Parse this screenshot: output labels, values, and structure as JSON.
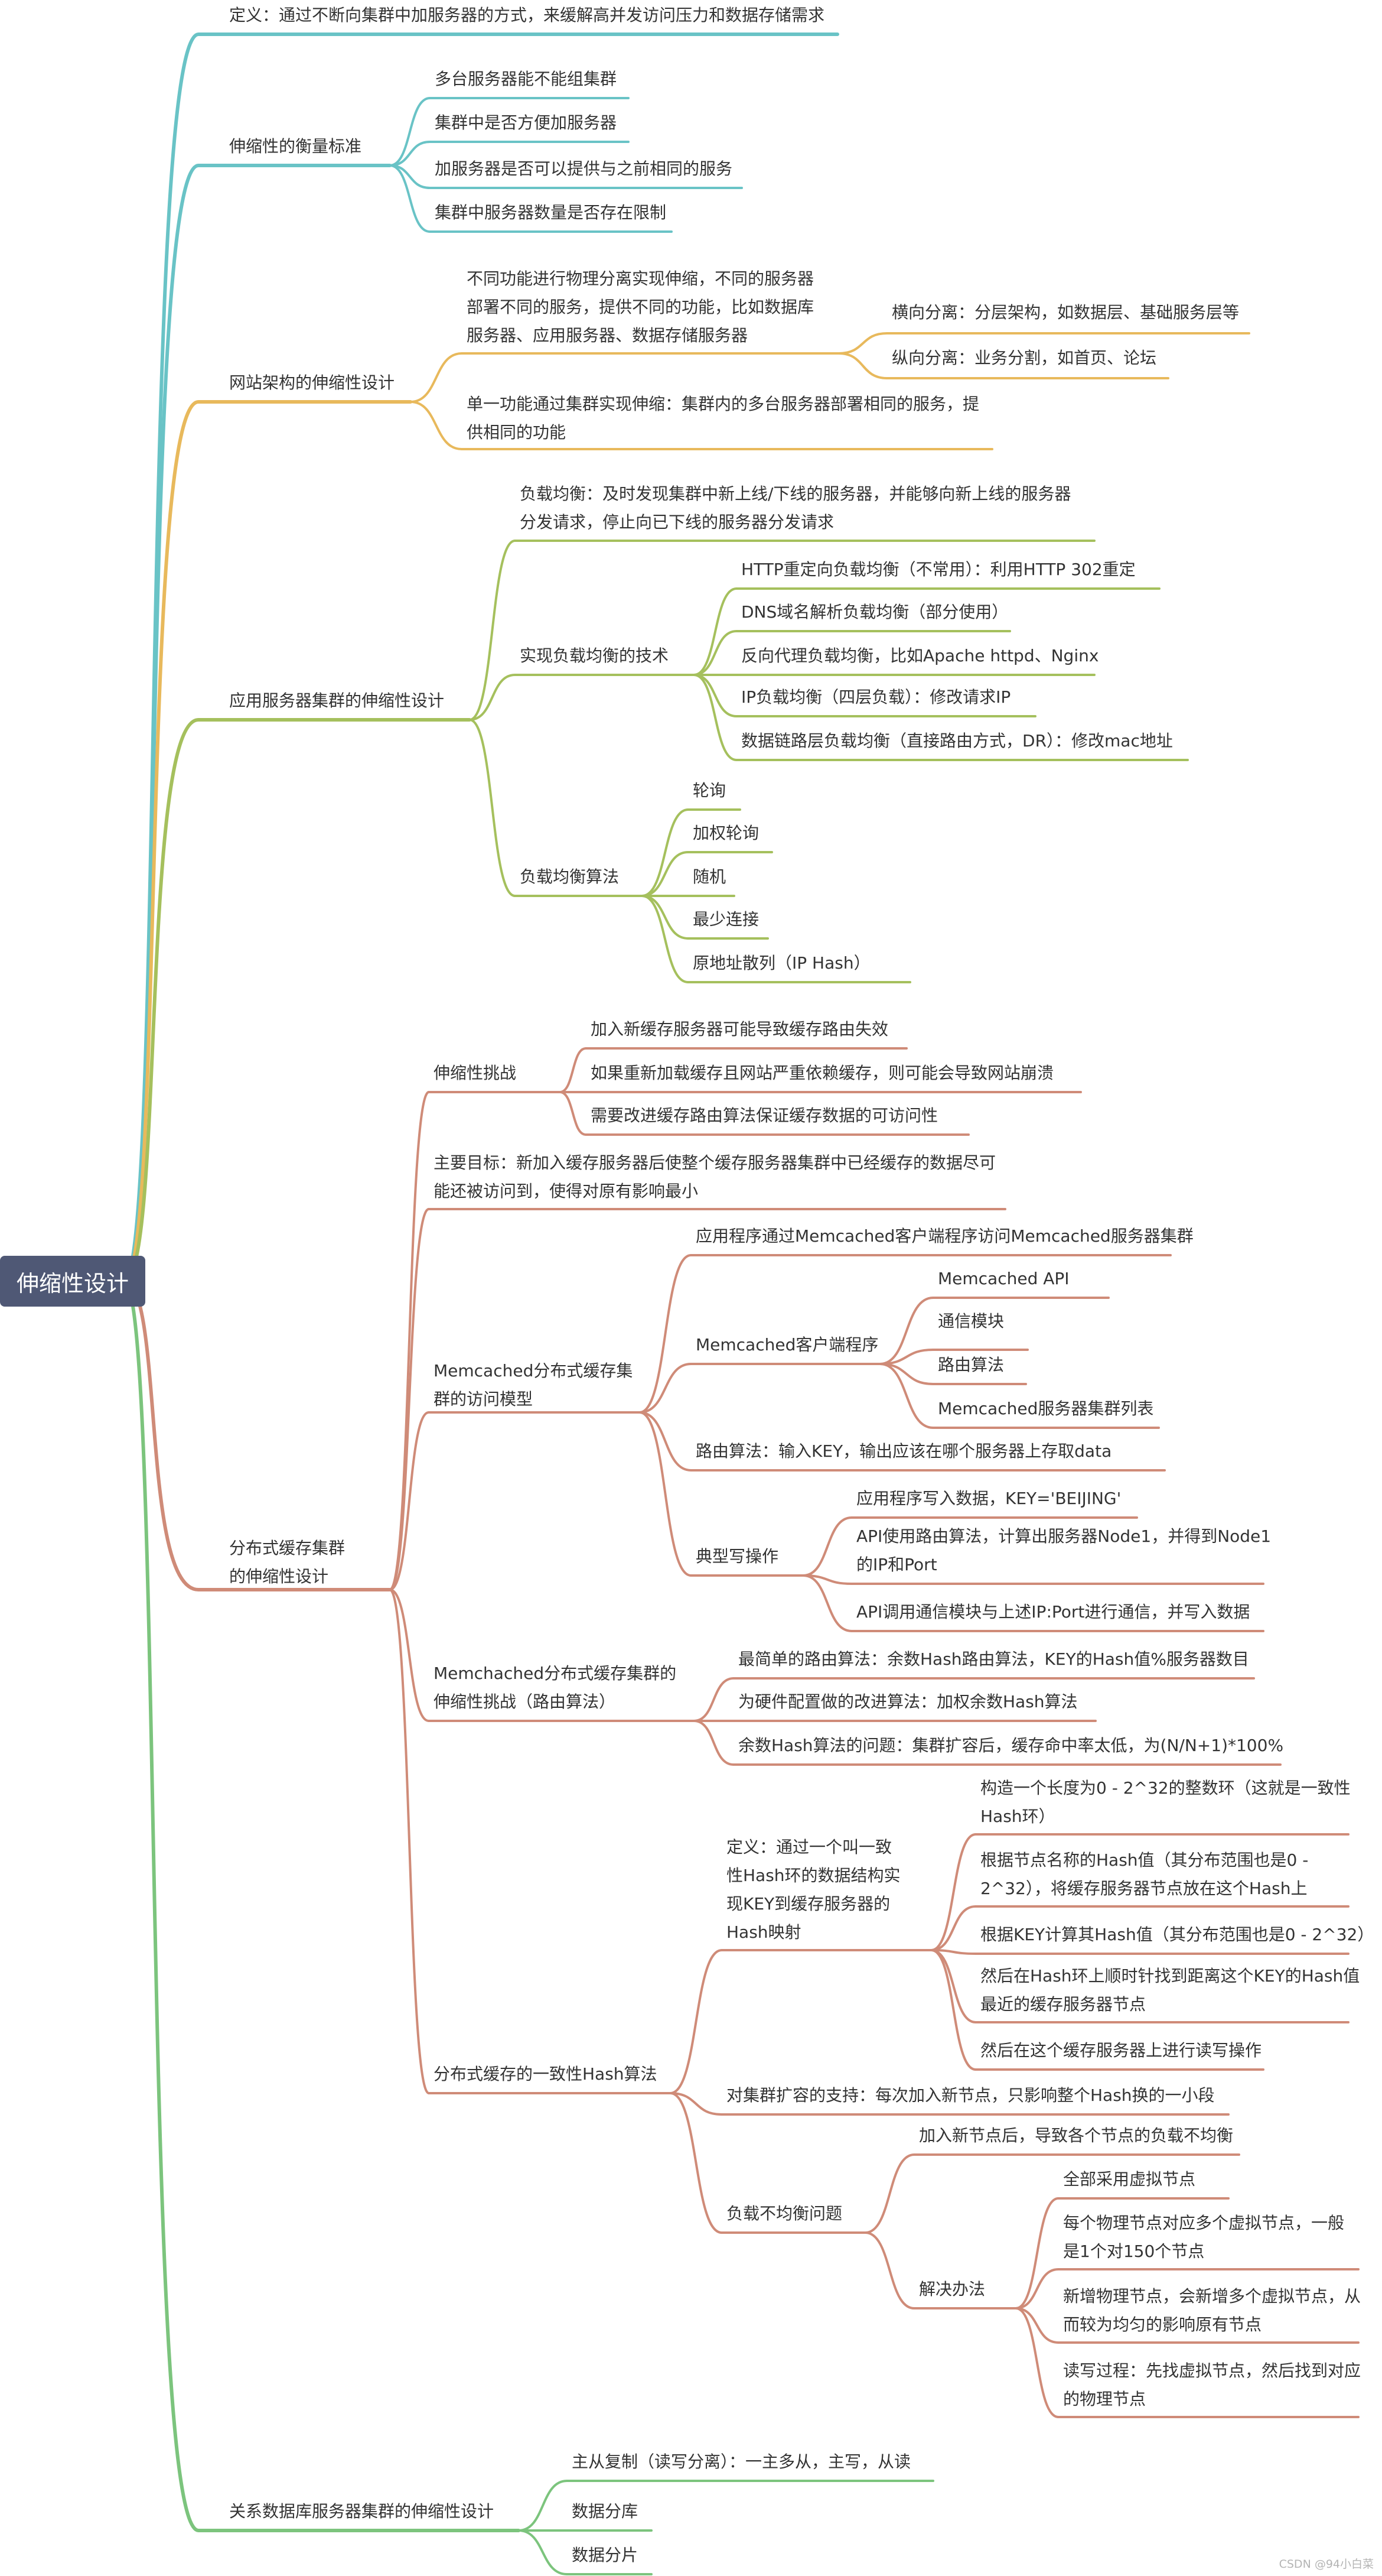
{
  "root": {
    "label": "伸缩性设计"
  },
  "colors": {
    "teal": "#69c3c6",
    "orange": "#e8b95c",
    "olive": "#a5c05d",
    "rust": "#cf8b78",
    "green": "#7cc47d",
    "root_bg": "#4f5875"
  },
  "branches": {
    "definition": "定义：通过不断向集群中加服务器的方式，来缓解高并发访问压力和数据存储需求",
    "measure": {
      "label": "伸缩性的衡量标准",
      "items": [
        "多台服务器能不能组集群",
        "集群中是否方便加服务器",
        "加服务器是否可以提供与之前相同的服务",
        "集群中服务器数量是否存在限制"
      ]
    },
    "website": {
      "label": "网站架构的伸缩性设计",
      "phys": "不同功能进行物理分离实现伸缩，不同的服务器\n部署不同的服务，提供不同的功能，比如数据库\n服务器、应用服务器、数据存储服务器",
      "horiz": "横向分离：分层架构，如数据层、基础服务层等",
      "vert": "纵向分离：业务分割，如首页、论坛",
      "single": "单一功能通过集群实现伸缩：集群内的多台服务器部署相同的服务，提\n供相同的功能"
    },
    "app": {
      "label": "应用服务器集群的伸缩性设计",
      "lb": "负载均衡：及时发现集群中新上线/下线的服务器，并能够向新上线的服务器\n分发请求，停止向已下线的服务器分发请求",
      "tech": "实现负载均衡的技术",
      "tech_items": [
        "HTTP重定向负载均衡（不常用）：利用HTTP 302重定",
        "DNS域名解析负载均衡（部分使用）",
        "反向代理负载均衡，比如Apache httpd、Nginx",
        "IP负载均衡（四层负载）：修改请求IP",
        "数据链路层负载均衡（直接路由方式，DR）：修改mac地址"
      ],
      "algo": "负载均衡算法",
      "algo_items": [
        "轮询",
        "加权轮询",
        "随机",
        "最少连接",
        "原地址散列（IP Hash）"
      ]
    },
    "cache": {
      "label": "分布式缓存集群\n的伸缩性设计",
      "challenge": "伸缩性挑战",
      "challenge_items": [
        "加入新缓存服务器可能导致缓存路由失效",
        "如果重新加载缓存且网站严重依赖缓存，则可能会导致网站崩溃",
        "需要改进缓存路由算法保证缓存数据的可访问性"
      ],
      "goal": "主要目标：新加入缓存服务器后使整个缓存服务器集群中已经缓存的数据尽可\n能还被访问到，使得对原有影响最小",
      "model": "Memcached分布式缓存集\n群的访问模型",
      "model_app": "应用程序通过Memcached客户端程序访问Memcached服务器集群",
      "client": "Memcached客户端程序",
      "client_items": [
        "Memcached API",
        "通信模块",
        "路由算法",
        "Memcached服务器集群列表"
      ],
      "route": "路由算法：输入KEY，输出应该在哪个服务器上存取data",
      "write": "典型写操作",
      "write_items": [
        "应用程序写入数据，KEY='BEIJING'",
        "API使用路由算法，计算出服务器Node1，并得到Node1\n的IP和Port",
        "API调用通信模块与上述IP:Port进行通信，并写入数据"
      ],
      "scale": "Memchached分布式缓存集群的\n伸缩性挑战（路由算法）",
      "scale_items": [
        "最简单的路由算法：余数Hash路由算法，KEY的Hash值%服务器数目",
        "为硬件配置做的改进算法：加权余数Hash算法",
        "余数Hash算法的问题：集群扩容后，缓存命中率太低，为(N/N+1)*100%"
      ],
      "consistent": "分布式缓存的一致性Hash算法",
      "ch_def": "定义：通过一个叫一致\n性Hash环的数据结构实\n现KEY到缓存服务器的\nHash映射",
      "ch_def_items": [
        "构造一个长度为0 - 2^32的整数环（这就是一致性\nHash环）",
        "根据节点名称的Hash值（其分布范围也是0 -\n2^32），将缓存服务器节点放在这个Hash上",
        "根据KEY计算其Hash值（其分布范围也是0 - 2^32）",
        "然后在Hash环上顺时针找到距离这个KEY的Hash值\n最近的缓存服务器节点",
        "然后在这个缓存服务器上进行读写操作"
      ],
      "ch_support": "对集群扩容的支持：每次加入新节点，只影响整个Hash换的一小段",
      "imbalance": "负载不均衡问题",
      "imb_add": "加入新节点后，导致各个节点的负载不均衡",
      "solution": "解决办法",
      "solution_items": [
        "全部采用虚拟节点",
        "每个物理节点对应多个虚拟节点，一般\n是1个对150个节点",
        "新增物理节点，会新增多个虚拟节点，从\n而较为均匀的影响原有节点",
        "读写过程：先找虚拟节点，然后找到对应\n的物理节点"
      ]
    },
    "db": {
      "label": "关系数据库服务器集群的伸缩性设计",
      "items": [
        "主从复制（读写分离）：一主多从，主写，从读",
        "数据分库",
        "数据分片"
      ]
    }
  },
  "watermark": "CSDN @94小白菜"
}
